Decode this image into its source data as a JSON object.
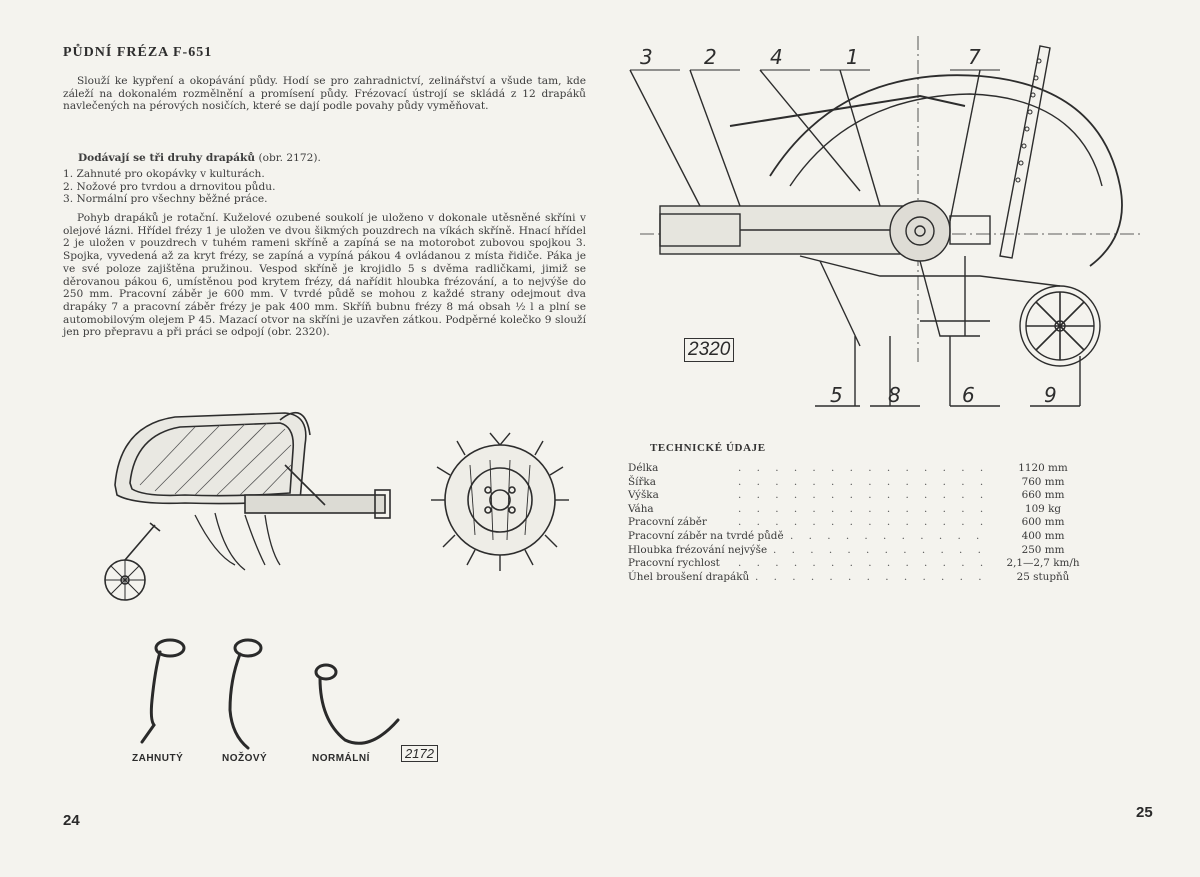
{
  "left_page": {
    "title": "PŮDNÍ FRÉZA F-651",
    "paragraph1": "Slouží ke kypření a okopávání půdy. Hodí se pro zahradnictví, zelinářství a všude tam, kde záleží na dokonalém rozmělnění a promísení půdy. Frézovací ústrojí se skládá z 12 drapáků navlečených na pérových nosičích, které se dají podle povahy půdy vyměňovat.",
    "subhead_bold": "Dodávají se tři druhy drapáků",
    "subhead_rest": " (obr. 2172).",
    "list": [
      "1. Zahnuté pro okopávky v kulturách.",
      "2. Nožové pro tvrdou a drnovitou půdu.",
      "3. Normální pro všechny běžné práce."
    ],
    "paragraph2": "Pohyb drapáků je rotační. Kuželové ozubené soukolí je uloženo v dokonale utěsněné skříni v olejové lázni. Hřídel frézy 1 je uložen ve dvou šikmých pouzdrech na víkách skříně. Hnací hřídel 2 je uložen v pouzdrech v tuhém rameni skříně a zapíná se na motorobot zubovou spojkou 3. Spojka, vyvedená až za kryt frézy, se zapíná a vypíná pákou 4 ovládanou z místa řidiče. Páka je ve své poloze zajištěna pružinou. Vespod skříně je krojidlo 5 s dvěma radličkami, jimiž se děrovanou pákou 6, umístěnou pod krytem frézy, dá nařídit hloubka frézování, a to nejvýše do 250 mm. Pracovní záběr je 600 mm. V tvrdé půdě se mohou z každé strany odejmout dva drapáky 7 a pracovní záběr frézy je pak 400 mm. Skříň bubnu frézy 8 má obsah ½ l a plní se automobilovým olejem P 45. Mazací otvor na skříni je uzavřen zátkou. Podpěrné kolečko 9 slouží jen pro přepravu a při práci se odpojí (obr. 2320).",
    "hook_labels": [
      "ZAHNUTÝ",
      "NOŽOVÝ",
      "NORMÁLNÍ"
    ],
    "figure_number": "2172",
    "page_number": "24"
  },
  "right_page": {
    "diagram_numbers_top": [
      "3",
      "2",
      "4",
      "1",
      "7"
    ],
    "diagram_numbers_bottom": [
      "5",
      "8",
      "6",
      "9"
    ],
    "figure_number": "2320",
    "tech_title": "TECHNICKÉ ÚDAJE",
    "tech_rows": [
      {
        "label": "Délka",
        "value": "1120 mm"
      },
      {
        "label": "Šířka",
        "value": "760 mm"
      },
      {
        "label": "Výška",
        "value": "660 mm"
      },
      {
        "label": "Váha",
        "value": "109 kg"
      },
      {
        "label": "Pracovní záběr",
        "value": "600 mm"
      },
      {
        "label": "Pracovní záběr na tvrdé půdě",
        "value": "400 mm"
      },
      {
        "label": "Hloubka frézování nejvýše",
        "value": "250 mm"
      },
      {
        "label": "Pracovní rychlost",
        "value": "2,1—2,7 km/h"
      },
      {
        "label": "Úhel broušení drapáků",
        "value": "25 stupňů"
      }
    ],
    "page_number": "25"
  }
}
